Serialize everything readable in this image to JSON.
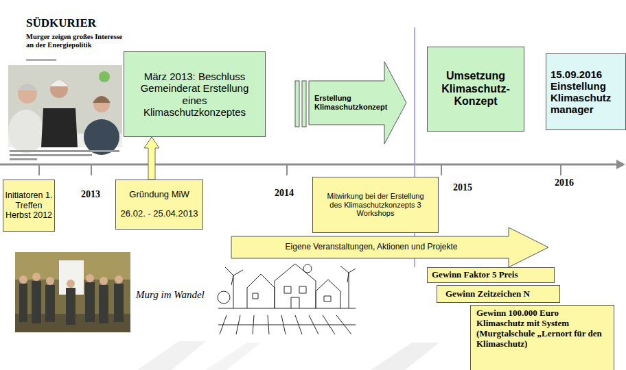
{
  "diagram": {
    "nodes": [
      {
        "text": [
          "März 2013: Beschluss Gemeinderat Erstellung eines Klimaschutzkonzeptes"
        ]
      },
      {
        "text": [
          "Erstellung Klimaschutzkonzept"
        ]
      },
      {
        "text": [
          "Umsetzung Klimaschutz-Konzept"
        ]
      },
      {
        "text": [
          "15.09.2016 Einstellung Klimaschutz manager"
        ]
      },
      {
        "text": [
          "Initiatoren 1. Treffen Herbst 2012"
        ]
      },
      {
        "text": [
          "Gründung MiW",
          "26.02. - 25.04.2013"
        ]
      },
      {
        "text": [
          "Mitwirkung bei der Erstellung des Klimaschutzkonzepts 3 Workshops"
        ]
      },
      {
        "text": [
          "Eigene Veranstaltungen, Aktionen und Projekte"
        ]
      },
      {
        "text": [
          "Gewinn Faktor 5 Preis"
        ]
      },
      {
        "text": [
          "Gewinn Zeitzeichen N"
        ]
      },
      {
        "text": [
          "Gewinn 100.000 Euro Klimaschutz mit System (Murgtalschule „Lernort für den Klimaschutz)"
        ]
      }
    ],
    "edges": [
      {
        "from": 5,
        "to": 0,
        "arrow": "to"
      }
    ],
    "labels": [
      "SÜDKURIER",
      "Murger zeigen großes Interesse an der Energiepolitik",
      "2013",
      "2014",
      "2015",
      "2016",
      "Murg im Wandel"
    ]
  }
}
